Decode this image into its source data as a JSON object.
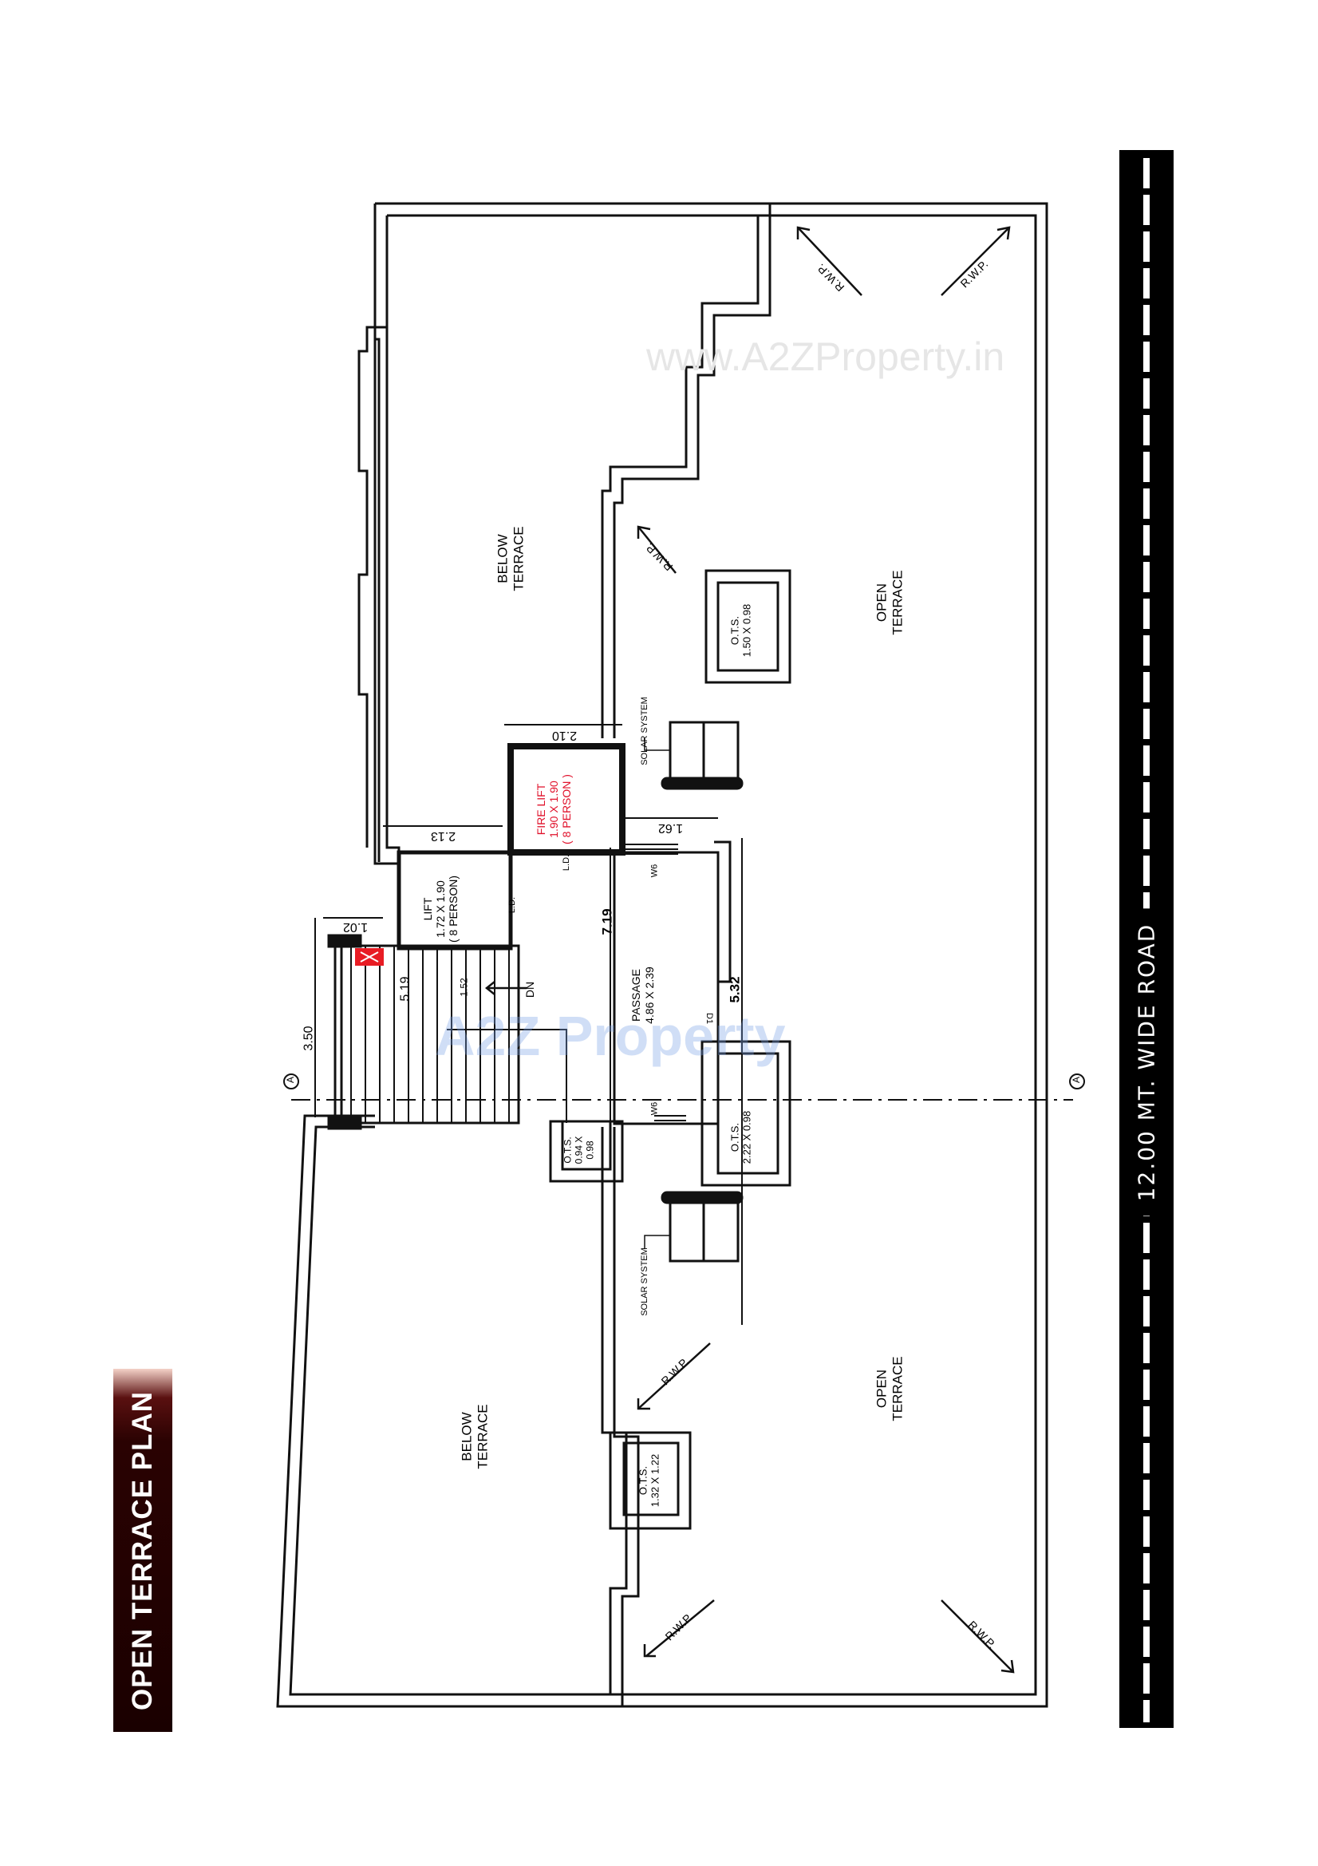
{
  "title": "OPEN TERRACE PLAN",
  "road_label": "12.00 MT. WIDE ROAD",
  "watermarks": {
    "url": "www.A2ZProperty.in",
    "logo": "A2Z Property"
  },
  "colors": {
    "title_bar": "#1a0000",
    "fire_lift_text": "#e0102a",
    "fire_extinguisher": "#e81c24",
    "line": "#111111",
    "road": "#000000"
  },
  "rooms": {
    "below_terrace_top": {
      "line1": "BELOW",
      "line2": "TERRACE"
    },
    "below_terrace_bottom": {
      "line1": "BELOW",
      "line2": "TERRACE"
    },
    "open_terrace_top": {
      "line1": "OPEN",
      "line2": "TERRACE"
    },
    "open_terrace_bottom": {
      "line1": "OPEN",
      "line2": "TERRACE"
    },
    "lift": {
      "line1": "LIFT",
      "line2": "1.72 X 1.90",
      "line3": "( 8 PERSON)"
    },
    "fire_lift": {
      "line1": "FIRE LIFT",
      "line2": "1.90 X 1.90",
      "line3": "( 8 PERSON )"
    },
    "passage": {
      "line1": "PASSAGE",
      "line2": "4.86 X 2.39"
    }
  },
  "ots": [
    {
      "line1": "O.T.S.",
      "line2": "1.50 X 0.98"
    },
    {
      "line1": "O.T.S.",
      "line2": "2.22 X 0.98"
    },
    {
      "line1": "O.T.S.",
      "line2": "0.94 X",
      "line3": "0.98"
    },
    {
      "line1": "O.T.S.",
      "line2": "1.32 X 1.22"
    }
  ],
  "dimensions": {
    "d_2_10": "2.10",
    "d_2_13": "2.13",
    "d_1_62": "1.62",
    "d_1_02": "1.02",
    "d_3_50": "3.50",
    "d_5_19": "5.19",
    "d_1_52": "1.52",
    "d_7_19": "7.19",
    "d_5_32": "5.32"
  },
  "labels": {
    "rwp": "R.W.P.",
    "solar_system": "SOLAR SYSTEM",
    "ld": "L.D.",
    "w6": "W6",
    "d1": "D1",
    "dn": "DN",
    "section_marker": "A"
  }
}
